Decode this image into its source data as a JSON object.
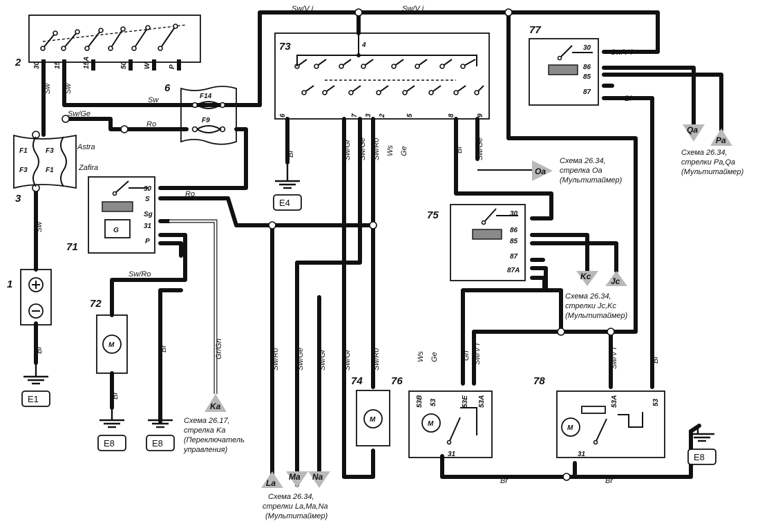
{
  "components": {
    "c1": "1",
    "c2": "2",
    "c3": "3",
    "c6": "6",
    "c71": "71",
    "c72": "72",
    "c73": "73",
    "c74": "74",
    "c75": "75",
    "c76": "76",
    "c77": "77",
    "c78": "78"
  },
  "grounds": {
    "e1": "E1",
    "e4": "E4",
    "e8": "E8"
  },
  "wires": {
    "sw": "Sw",
    "swvi": "Sw/V i",
    "swge": "Sw/Ge",
    "ro": "Ro",
    "br": "Br",
    "swro": "Sw/Ro",
    "grgn": "Gr/Gn",
    "swgr": "Sw/Gr",
    "ws": "Ws",
    "ge": "Ge",
    "bl": "Bl",
    "gn": "Gn"
  },
  "switch_pins": [
    "30",
    "15",
    "15A",
    "50",
    "W",
    "P"
  ],
  "fuses": {
    "f14": "F14",
    "f9": "F9",
    "f1": "F1",
    "f3": "F3"
  },
  "variants": {
    "astra": "Astra",
    "zafira": "Zafira"
  },
  "relay_pins": {
    "p30": "30",
    "p86": "86",
    "p85": "85",
    "p87": "87",
    "p87a": "87A"
  },
  "r71_pins": {
    "p30": "30",
    "s": "S",
    "sg": "Sg",
    "p31": "31",
    "p": "P",
    "g": "G"
  },
  "c73_pins": {
    "p4": "4",
    "p6": "6",
    "p7": "7",
    "p3": "3",
    "p2": "2",
    "p5": "5",
    "p8": "8",
    "p9": "9"
  },
  "motor_pins": {
    "p53b": "53B",
    "p53": "53",
    "p53e": "53E",
    "p53a": "53A",
    "p31": "31"
  },
  "motor_label": "M",
  "arrows": {
    "oa": "Oa",
    "qa": "Qa",
    "pa": "Pa",
    "kc": "Kc",
    "jc": "Jc",
    "ka": "Ka",
    "la": "La",
    "ma": "Ma",
    "na": "Na"
  },
  "notes": {
    "oa": [
      "Схема 26.34,",
      "стрелка Oa",
      "(Мультитаймер)"
    ],
    "pa_qa": [
      "Схема 26.34,",
      "стрелки Pa,Qa",
      "(Мультитаймер)"
    ],
    "jc_kc": [
      "Схема 26.34,",
      "стрелки Jc,Kc",
      "(Мультитаймер)"
    ],
    "ka": [
      "Схема 26.17,",
      "стрелка Ka",
      "(Переключатель",
      "управления)"
    ],
    "la_ma_na": [
      "Схема 26.34,",
      "стрелки La,Ma,Na",
      "(Мультитаймер)"
    ]
  }
}
